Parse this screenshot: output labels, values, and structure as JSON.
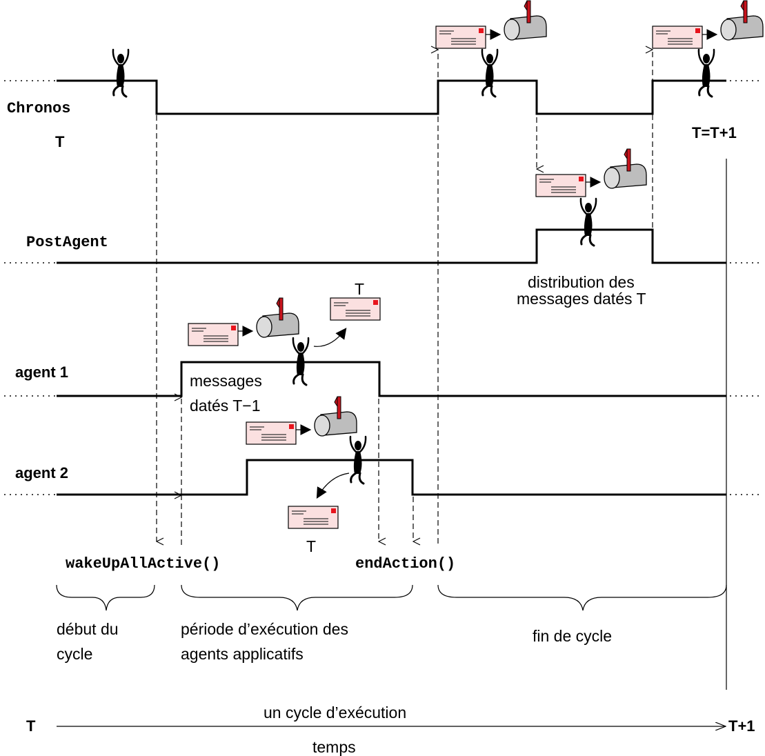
{
  "signals": {
    "chronos": {
      "label": "Chronos",
      "time_left": "T",
      "time_right": "T=T+1"
    },
    "postagent": {
      "label": "PostAgent"
    },
    "agent1": {
      "label": "agent 1"
    },
    "agent2": {
      "label": "agent 2"
    }
  },
  "annotations": {
    "postagent_note_line1": "distribution des",
    "postagent_note_line2": "messages datés T",
    "agent1_note_line1": "messages",
    "agent1_note_line2": "datés T−1",
    "agent1_envelope_tag": "T",
    "agent2_envelope_tag": "T"
  },
  "calls": {
    "wake": "wakeUpAllActive()",
    "end": "endAction()"
  },
  "phases": {
    "start_line1": "début du",
    "start_line2": "cycle",
    "exec_line1": "période d’exécution des",
    "exec_line2": "agents applicatifs",
    "end": "fin de cycle"
  },
  "timeline": {
    "start": "T",
    "end": "T+1",
    "cycle_label": "un cycle d’exécution",
    "axis_label": "temps"
  },
  "icons": {
    "agent": "jumping-agent-icon",
    "envelope": "envelope-icon",
    "mailbox": "mailbox-icon"
  },
  "colors": {
    "envelope_fill": "#fbe0e0",
    "stamp": "#e8141d",
    "mailbox": "#bdbdbd"
  }
}
